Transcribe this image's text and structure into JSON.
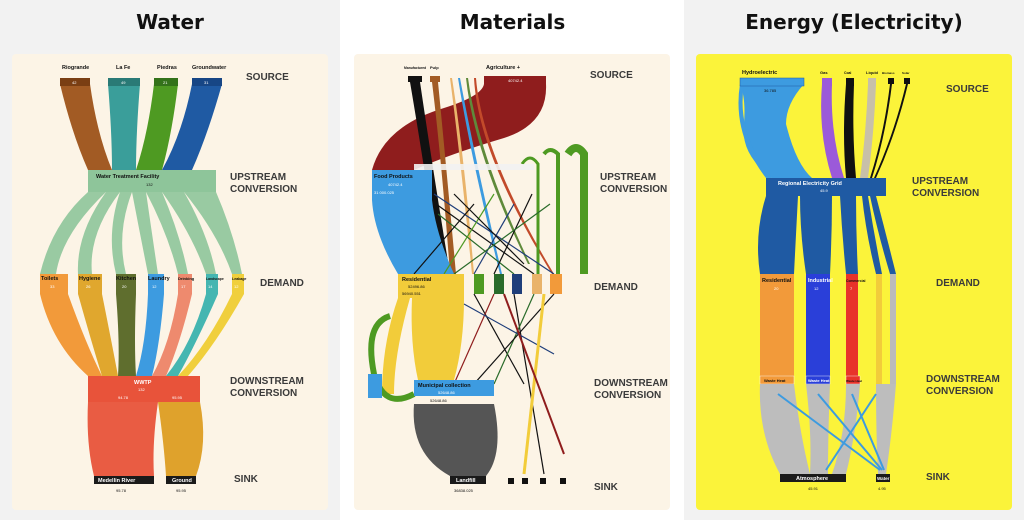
{
  "titles": {
    "water": "Water",
    "materials": "Materials",
    "energy": "Energy (Electricity)"
  },
  "stages": {
    "source": "SOURCE",
    "upstream1": "UPSTREAM",
    "upstream2": "CONVERSION",
    "demand": "DEMAND",
    "downstream1": "DOWNSTREAM",
    "downstream2": "CONVERSION",
    "sink": "SINK"
  },
  "water": {
    "sources": [
      "Riogrande",
      "La Fe",
      "Piedras",
      "Groundwater"
    ],
    "source_values": [
      "42",
      "49",
      "21",
      "31"
    ],
    "facility": "Water Treatment Facility",
    "facility_value": "132",
    "demands": [
      "Toilets",
      "Hygiene",
      "Kitchen",
      "Laundry",
      "Drinking",
      "Landscape",
      "Leakage"
    ],
    "demand_values": [
      "33",
      "26",
      "20",
      "12",
      "17",
      "14",
      "12"
    ],
    "wwtp": "WWTP",
    "wwtp_value": "132",
    "wwtp_out": [
      "94.78",
      "95.95"
    ],
    "sinks": [
      "Medellin River",
      "Ground"
    ],
    "sink_values": [
      "95.78",
      "95.95"
    ]
  },
  "materials": {
    "sources": [
      "Manufactured",
      "Pulp",
      "Agriculture +"
    ],
    "agri_value": "40742.4",
    "food": "Food Products",
    "food_value": "40742.4",
    "food_sub": "31 000.025",
    "residential": "Residential",
    "residential_value": "52496.86",
    "residential_sub": "56940.551",
    "municipal": "Municipal collection",
    "municipal_value": "52648.86",
    "municipal_sub": "52648.86",
    "landfill": "Landfill",
    "landfill_value": "36838.025"
  },
  "energy": {
    "sources": [
      "Hydroelectric",
      "Gas",
      "Coal",
      "Liquid",
      "Biomass",
      "Solar"
    ],
    "hydro_value": "36.785",
    "grid": "Regional Electricity Grid",
    "grid_value": "45.9",
    "demands": [
      "Residential",
      "Industrial",
      "Commercial"
    ],
    "demand_values": [
      "20",
      "12",
      "7"
    ],
    "waste": [
      "Waste Heat",
      "Waste Heat",
      "Waste Heat"
    ],
    "sinks": [
      "Atmosphere",
      "Water"
    ],
    "sink_values": [
      "45.91",
      "4.95"
    ]
  }
}
